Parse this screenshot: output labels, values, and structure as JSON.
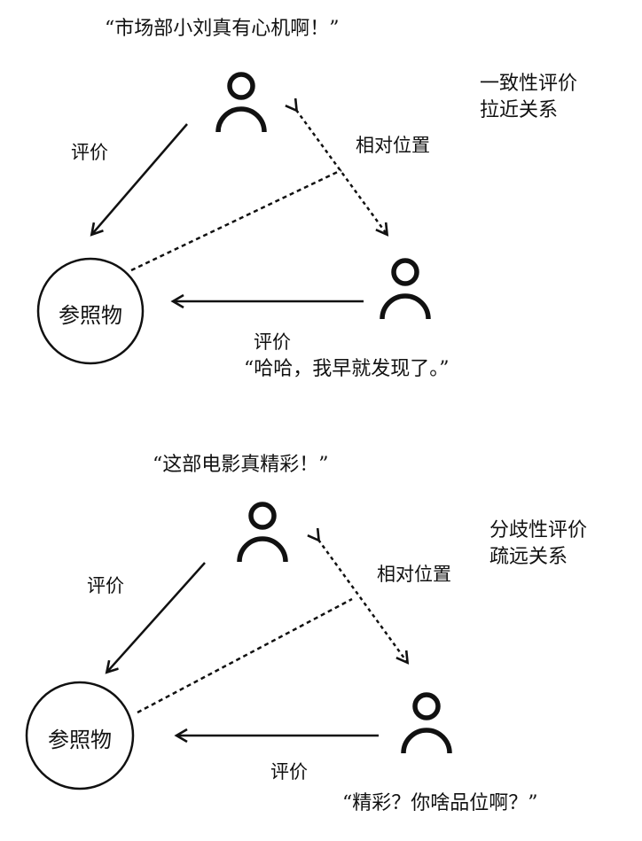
{
  "panels": [
    {
      "top_person_quote": "“市场部小刘真有心机啊！”",
      "note_line1": "一致性评价",
      "note_line2": "拉近关系",
      "label_relative_position": "相对位置",
      "label_eval_left": "评价",
      "label_eval_bottom": "评价",
      "reference_label": "参照物",
      "right_person_quote": "“哈哈，我早就发现了。”"
    },
    {
      "top_person_quote": "“这部电影真精彩！”",
      "note_line1": "分歧性评价",
      "note_line2": "疏远关系",
      "label_relative_position": "相对位置",
      "label_eval_left": "评价",
      "label_eval_bottom": "评价",
      "reference_label": "参照物",
      "right_person_quote": "“精彩？你啥品位啊？”"
    }
  ],
  "colors": {
    "stroke": "#111111",
    "background": "#ffffff"
  },
  "icons": [
    "person-icon",
    "arrow-icon"
  ]
}
